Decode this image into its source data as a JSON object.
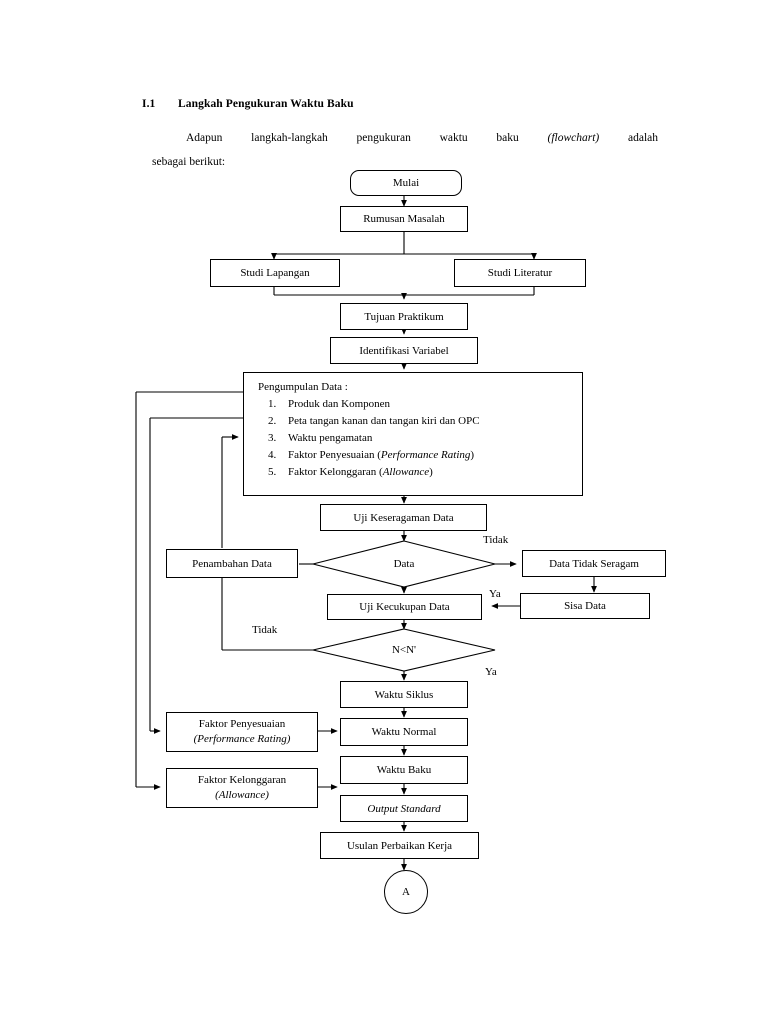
{
  "document": {
    "section_number": "I.1",
    "section_title": "Langkah Pengukuran Waktu Baku",
    "paragraph_line1_a": "Adapun",
    "paragraph_line1_b": "langkah-langkah",
    "paragraph_line1_c": "pengukuran",
    "paragraph_line1_d": "waktu",
    "paragraph_line1_e": "baku",
    "paragraph_line1_f": "(flowchart)",
    "paragraph_line1_g": "adalah",
    "paragraph_line2": "sebagai berikut:"
  },
  "flowchart": {
    "nodes": {
      "mulai": "Mulai",
      "rumusan_masalah": "Rumusan Masalah",
      "studi_lapangan": "Studi Lapangan",
      "studi_literatur": "Studi Literatur",
      "tujuan_praktikum": "Tujuan Praktikum",
      "identifikasi_variabel": "Identifikasi Variabel",
      "pengumpulan_data_title": "Pengumpulan Data :",
      "uji_keseragaman": "Uji Keseragaman Data",
      "data_decision": "Data",
      "penambahan_data": "Penambahan Data",
      "data_tidak_seragam": "Data Tidak Seragam",
      "sisa_data": "Sisa Data",
      "uji_kecukupan": "Uji Kecukupan Data",
      "n_decision": "N<N'",
      "waktu_siklus": "Waktu Siklus",
      "waktu_normal": "Waktu Normal",
      "waktu_baku": "Waktu Baku",
      "output_standard": "Output Standard",
      "usulan_perbaikan": "Usulan Perbaikan Kerja",
      "connector_a": "A",
      "faktor_penyesuaian_line1": "Faktor Penyesuaian",
      "faktor_penyesuaian_line2": "(Performance Rating)",
      "faktor_kelonggaran_line1": "Faktor Kelonggaran",
      "faktor_kelonggaran_line2": "(Allowance)"
    },
    "pengumpulan_data_items": [
      {
        "index": "1.",
        "text": "Produk dan Komponen",
        "italic": ""
      },
      {
        "index": "2.",
        "text": "Peta tangan kanan dan tangan kiri dan OPC",
        "italic": ""
      },
      {
        "index": "3.",
        "text": "Waktu pengamatan",
        "italic": ""
      },
      {
        "index": "4.",
        "text": "Faktor Penyesuaian (",
        "italic": "Performance Rating",
        "tail": ")"
      },
      {
        "index": "5.",
        "text": "Faktor Kelonggaran (",
        "italic": "Allowance",
        "tail": ")"
      }
    ],
    "edge_labels": {
      "tidak_seragam": "Tidak",
      "ya_sisa_data": "Ya",
      "tidak_kecukupan": "Tidak",
      "ya_n_decision": "Ya"
    },
    "colors": {
      "line": "#000000",
      "background": "#ffffff",
      "text": "#000000"
    }
  }
}
